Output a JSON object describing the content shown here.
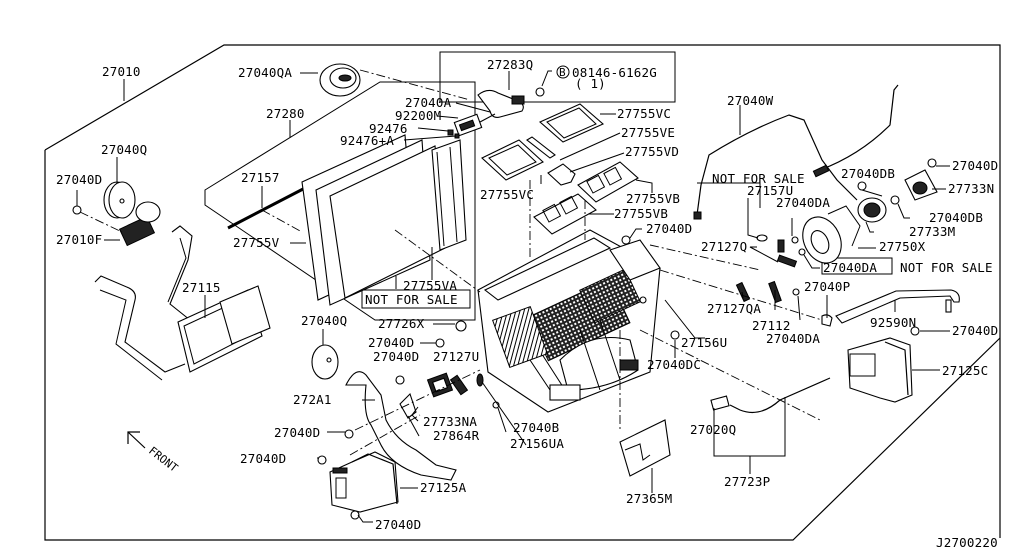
{
  "diagram": {
    "title_code": "J2700220",
    "front_label": "FRONT",
    "labels": {
      "p27010": "27010",
      "p27040QA": "27040QA",
      "p27280": "27280",
      "p27283Q": "27283Q",
      "bolt_symbol": "B",
      "bolt_part": "08146-6162G",
      "bolt_qty": "( 1)",
      "p27040A": "27040A",
      "p92200M": "92200M",
      "p92476": "92476",
      "p92476A": "92476+A",
      "p27755VC_top": "27755VC",
      "p27755VE": "27755VE",
      "p27755VD": "27755VD",
      "p27755VC_left": "27755VC",
      "p27755VB_1": "27755VB",
      "p27755VB_2": "27755VB",
      "p27040W": "27040W",
      "p27040D_tr": "27040D",
      "p27733N": "27733N",
      "p27040DB_1": "27040DB",
      "p27040DB_2": "27040DB",
      "p27733M": "27733M",
      "p27750X": "27750X",
      "nfs_1": "NOT FOR SALE",
      "p27157U": "27157U",
      "p27040DA_1": "27040DA",
      "p27127Q": "27127Q",
      "p27040DA_2": "27040DA",
      "nfs_2": "NOT FOR SALE",
      "p27040Q_top": "27040Q",
      "p27040D_l": "27040D",
      "p27010F": "27010F",
      "p27157": "27157",
      "p27755V": "27755V",
      "p27755VA": "27755VA",
      "nfs_3": "NOT FOR SALE",
      "p27040D_mid": "27040D",
      "p27115": "27115",
      "p27040Q_low": "27040Q",
      "p27726X": "27726X",
      "p27040D_a": "27040D",
      "p27040D_b": "27040D",
      "p27127U": "27127U",
      "p272A1": "272A1",
      "p27733NA": "27733NA",
      "p27864R": "27864R",
      "p27040B": "27040B",
      "p27156UA": "27156UA",
      "p27040D_c": "27040D",
      "p27040D_d": "27040D",
      "p27125A": "27125A",
      "p27040D_e": "27040D",
      "p27127QA": "27127QA",
      "p27112": "27112",
      "p27040DA_3": "27040DA",
      "p27040P": "27040P",
      "p92590N": "92590N",
      "p27040D_r": "27040D",
      "p27125C": "27125C",
      "p27156U": "27156U",
      "p27040DC": "27040DC",
      "p27020Q": "27020Q",
      "p27723P": "27723P",
      "p27365M": "27365M"
    }
  }
}
